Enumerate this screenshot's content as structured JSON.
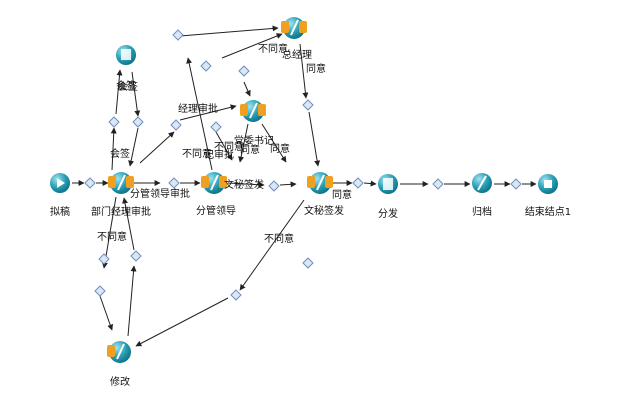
{
  "colors": {
    "task_blue": "#2a9fb5",
    "task_dark": "#0b6f86",
    "approval_badge": "#f0a020",
    "gateway_fill": "#dbe7f7",
    "gateway_stroke": "#6d8fc0",
    "edge": "#222222"
  },
  "nodes": [
    {
      "id": "draft",
      "type": "start",
      "icon": "play-icon",
      "label": "拟稿"
    },
    {
      "id": "dept_mgr",
      "type": "approval",
      "icon": "pen-icon",
      "label": "部门经理审批"
    },
    {
      "id": "countersign",
      "type": "countersign",
      "icon": "people-icon",
      "label": "会签"
    },
    {
      "id": "div_leader",
      "type": "approval",
      "icon": "pen-icon",
      "label": "分管领导"
    },
    {
      "id": "gm",
      "type": "approval",
      "icon": "pen-icon",
      "label": "总经理"
    },
    {
      "id": "party_sec",
      "type": "approval",
      "icon": "pen-icon",
      "label": "党委书记"
    },
    {
      "id": "secretary",
      "type": "approval",
      "icon": "pen-icon",
      "label": "文秘签发"
    },
    {
      "id": "distribute",
      "type": "task",
      "icon": "document-icon",
      "label": "分发"
    },
    {
      "id": "archive",
      "type": "task",
      "icon": "pen-icon",
      "label": "归档"
    },
    {
      "id": "end",
      "type": "end",
      "icon": "stop-icon",
      "label": "结束结点1"
    },
    {
      "id": "revise",
      "type": "task",
      "icon": "pen-icon",
      "label": "修改"
    }
  ],
  "edge_labels": [
    {
      "id": "e_countersign_up",
      "text": "会签"
    },
    {
      "id": "e_countersign_down",
      "text": "会签"
    },
    {
      "id": "e_mgr_approve",
      "text": "经理审批"
    },
    {
      "id": "e_leader_approve",
      "text": "分管领导审批"
    },
    {
      "id": "e_disagree_1",
      "text": "不同意"
    },
    {
      "id": "e_disagree_2",
      "text": "不同意"
    },
    {
      "id": "e_disagree_3",
      "text": "不同意"
    },
    {
      "id": "e_disagree_4",
      "text": "不同意"
    },
    {
      "id": "e_disagree_5",
      "text": "不同意"
    },
    {
      "id": "e_agree_1",
      "text": "同意"
    },
    {
      "id": "e_agree_2",
      "text": "同意"
    },
    {
      "id": "e_agree_3",
      "text": "同意"
    },
    {
      "id": "e_agree_4",
      "text": "同意"
    },
    {
      "id": "e_gm",
      "text": "总经理"
    },
    {
      "id": "e_party_sec",
      "text": "党委书记"
    },
    {
      "id": "e_sec_sign",
      "text": "文秘签发"
    },
    {
      "id": "e_leader_approve2",
      "text": "记审批"
    }
  ]
}
